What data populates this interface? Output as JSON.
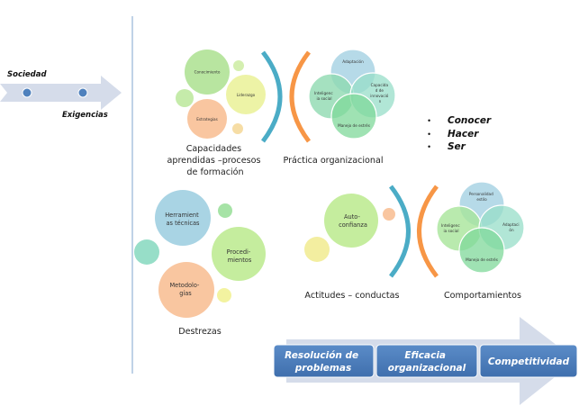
{
  "colors": {
    "blue_arc": "#4BACC6",
    "orange_arc": "#F79646",
    "arrow_fill": "#D5DCEA",
    "dot": "#4F81BD",
    "box": "#4F81BD",
    "divider": "#95B3D7",
    "green": "#B8E5A0",
    "yellow_green": "#E6F0A0",
    "peach": "#F9C6A0",
    "light_blue": "#A9D4E4",
    "teal": "#97DEC8",
    "light_yellow": "#F3EEA0"
  },
  "left_arrow": {
    "top_label": "Sociedad",
    "bottom_label": "Exigencias"
  },
  "capacidades": {
    "circles": [
      "Conocimiento",
      "Liderazgo",
      "Estrategias"
    ],
    "caption_lines": [
      "Capacidades",
      "aprendidas  –procesos",
      "de formación"
    ]
  },
  "practica": {
    "venn": [
      "Adaptación",
      "Inteligenc ia social",
      "Capacida d de innovació n",
      "Manejo de estrés"
    ],
    "venn_lines": {
      "top": [
        "Adaptación"
      ],
      "left": [
        "Inteligenc",
        "ia social"
      ],
      "right": [
        "Capacida",
        "d de",
        "innovació",
        "n"
      ],
      "bottom": [
        "Manejo de estrés"
      ]
    },
    "caption": "Práctica organizacional"
  },
  "saberes": {
    "bullet": "•",
    "items": [
      "Conocer",
      "Hacer",
      "Ser"
    ]
  },
  "destrezas": {
    "circles": {
      "herramientas": [
        "Herramient",
        "as técnicas"
      ],
      "procedimientos": [
        "Procedi-",
        "mientos"
      ],
      "metodologias": [
        "Metodolo-",
        "gías"
      ]
    },
    "caption": "Destrezas"
  },
  "actitudes": {
    "circle": [
      "Auto-",
      "confianza"
    ],
    "caption": "Actitudes  – conductas"
  },
  "comportamientos": {
    "venn_lines": {
      "top": [
        "Personalidad",
        "estilo"
      ],
      "left": [
        "Inteligenc",
        "ia social"
      ],
      "right": [
        "Adaptaci",
        "ón"
      ],
      "bottom": [
        "Manejo de estrés"
      ]
    },
    "caption": "Comportamientos"
  },
  "process_arrow": {
    "steps": [
      [
        "Resolución de",
        "problemas"
      ],
      [
        "Eficacia",
        "organizacional"
      ],
      [
        "Competitividad"
      ]
    ]
  }
}
